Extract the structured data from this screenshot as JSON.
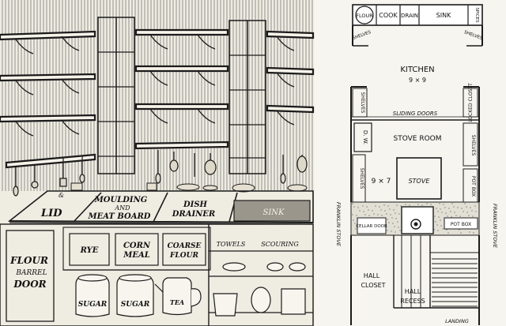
{
  "engraving": {
    "counter": {
      "lid": "LID",
      "lid_mark": "&",
      "moulding_line1": "MOULDING",
      "moulding_line2": "AND",
      "moulding_line3": "MEAT BOARD",
      "dish_line1": "DISH",
      "dish_line2": "DRAINER",
      "sink": "SINK"
    },
    "bins": {
      "flour_line1": "FLOUR",
      "flour_line2": "BARREL",
      "flour_line3": "DOOR",
      "rye": "RYE",
      "corn_line1": "CORN",
      "corn_line2": "MEAL",
      "coarse_line1": "COARSE",
      "coarse_line2": "FLOUR",
      "towels": "TOWELS",
      "scouring": "SCOURING"
    },
    "jars": {
      "sugar_a": "SUGAR",
      "sugar_b": "SUGAR",
      "tea": "TEA"
    }
  },
  "plan": {
    "top_cells": [
      "FLOUR",
      "COOK",
      "DRAIN",
      "SINK",
      "SPICES"
    ],
    "shelves_left_top": "SHELVES",
    "shelves_right_top": "SHELVES",
    "kitchen_title": "KITCHEN",
    "kitchen_size": "9 × 9",
    "shelves_left_upper": "SHELVES",
    "locked_closet": "LOCKED CLOSET",
    "sliding_doors": "SLIDING DOORS",
    "dw": "D. W.",
    "stove_room": "STOVE ROOM",
    "shelves_right_mid": "SHELVES",
    "shelves_left_mid": "SHELVES",
    "room_size": "9 × 7",
    "stove": "STOVE",
    "pot_box_upper": "POT BOX",
    "pot_box_lower": "POT BOX",
    "cellar_door": "CELLAR DOOR",
    "franklin_left": "FRANKLIN STOVE",
    "franklin_right": "FRANKLIN STOVE",
    "hall_closet_line1": "HALL",
    "hall_closet_line2": "CLOSET",
    "hall_recess_line1": "HALL",
    "hall_recess_line2": "RECESS",
    "landing": "LANDING"
  }
}
